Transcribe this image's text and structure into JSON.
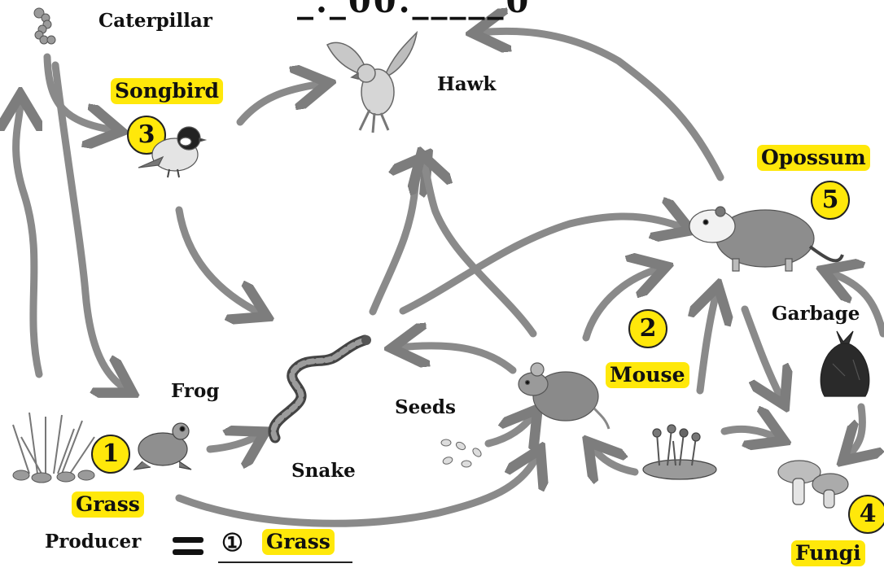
{
  "title_fragment": "_._00._____0",
  "labels": {
    "caterpillar": "Caterpillar",
    "hawk": "Hawk",
    "frog": "Frog",
    "seeds": "Seeds",
    "snake": "Snake",
    "garbage": "Garbage",
    "producer": "Producer"
  },
  "highlights": {
    "songbird": "Songbird",
    "opossum": "Opossum",
    "mouse": "Mouse",
    "grass": "Grass",
    "fungi": "Fungi",
    "answer_grass": "Grass"
  },
  "numbers": {
    "songbird": "3",
    "opossum": "5",
    "mouse": "2",
    "grass": "1",
    "fungi": "4",
    "answer": "①"
  },
  "colors": {
    "highlight": "#ffe80a",
    "arrow": "#8a8a8a"
  }
}
